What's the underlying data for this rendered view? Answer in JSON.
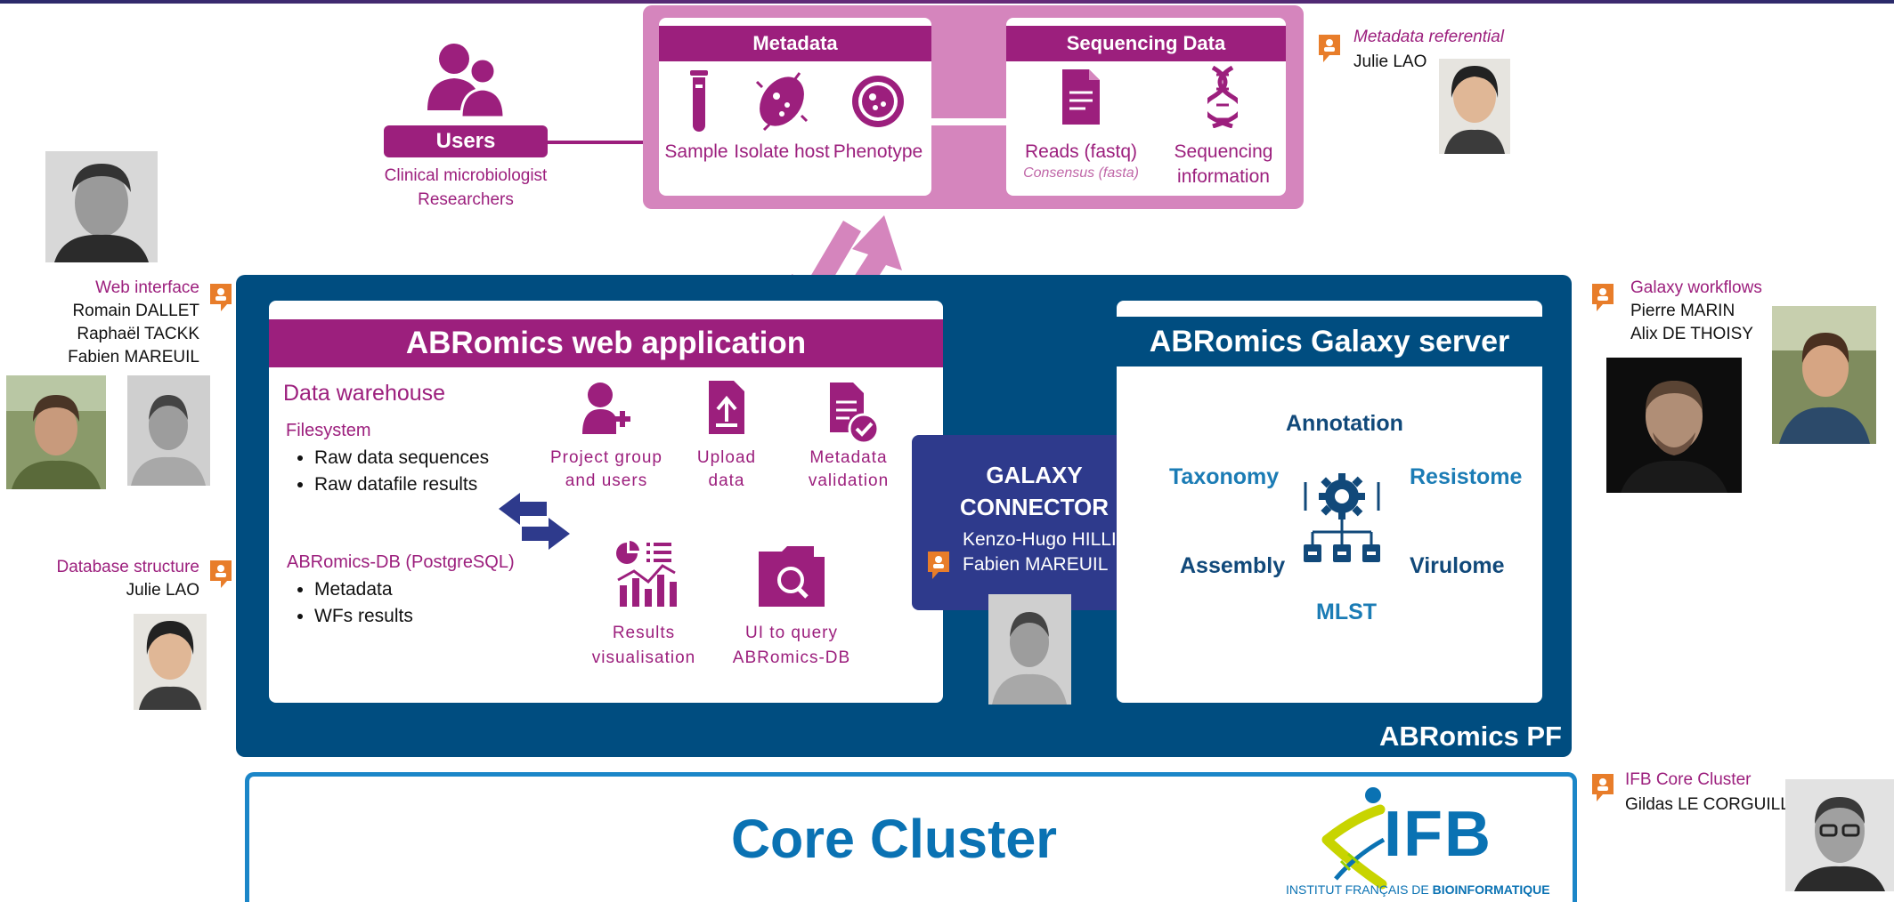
{
  "metadata_card": {
    "title": "Metadata",
    "items": [
      "Sample",
      "Isolate host",
      "Phenotype"
    ]
  },
  "sequencing_card": {
    "title": "Sequencing Data",
    "reads": "Reads (fastq)",
    "consensus": "Consensus (fasta)",
    "info_line1": "Sequencing",
    "info_line2": "information"
  },
  "users": {
    "label": "Users",
    "line1": "Clinical microbiologist",
    "line2": "Researchers"
  },
  "metadata_referential": {
    "role": "Metadata referential",
    "person": "Julie LAO"
  },
  "web_interface": {
    "role": "Web interface",
    "people": [
      "Romain DALLET",
      "Raphaël TACKK",
      "Fabien MAREUIL"
    ]
  },
  "database_structure": {
    "role": "Database structure",
    "person": "Julie LAO"
  },
  "galaxy_workflows": {
    "role": "Galaxy workflows",
    "people": [
      "Pierre MARIN",
      "Alix DE THOISY"
    ]
  },
  "ifb_core": {
    "role": "IFB Core Cluster",
    "person": "Gildas LE CORGUILLE"
  },
  "webapp": {
    "title": "ABRomics web application",
    "warehouse": "Data warehouse",
    "filesystem": "Filesystem",
    "filesystem_items": [
      "Raw data sequences",
      "Raw datafile results"
    ],
    "db": "ABRomics-DB (PostgreSQL)",
    "db_items": [
      "Metadata",
      "WFs results"
    ],
    "features": [
      {
        "line1": "Project group",
        "line2": "and users"
      },
      {
        "line1": "Upload",
        "line2": "data"
      },
      {
        "line1": "Metadata",
        "line2": "validation"
      },
      {
        "line1": "Results",
        "line2": "visualisation"
      },
      {
        "line1": "UI to query",
        "line2": "ABRomics-DB"
      }
    ]
  },
  "connector": {
    "line1": "GALAXY",
    "line2": "CONNECTOR",
    "people": [
      "Kenzo-Hugo HILLION",
      "Fabien MAREUIL"
    ]
  },
  "galaxy": {
    "title": "ABRomics Galaxy server",
    "tools": [
      "Annotation",
      "Taxonomy",
      "Resistome",
      "Assembly",
      "Virulome",
      "MLST"
    ]
  },
  "pf_label": "ABRomics PF",
  "core": {
    "title": "Core Cluster",
    "ifb_logo": "IFB",
    "ifb_caption_a": "INSTITUT FRANÇAIS DE",
    "ifb_caption_b": "BIOINFORMATIQUE"
  },
  "colors": {
    "magenta": "#9c1f7d",
    "pink_panel": "#d585bd",
    "navy": "#004d80",
    "connector": "#2e3a8c",
    "blue_text": "#1b7cb5",
    "orange": "#e87d2a"
  }
}
